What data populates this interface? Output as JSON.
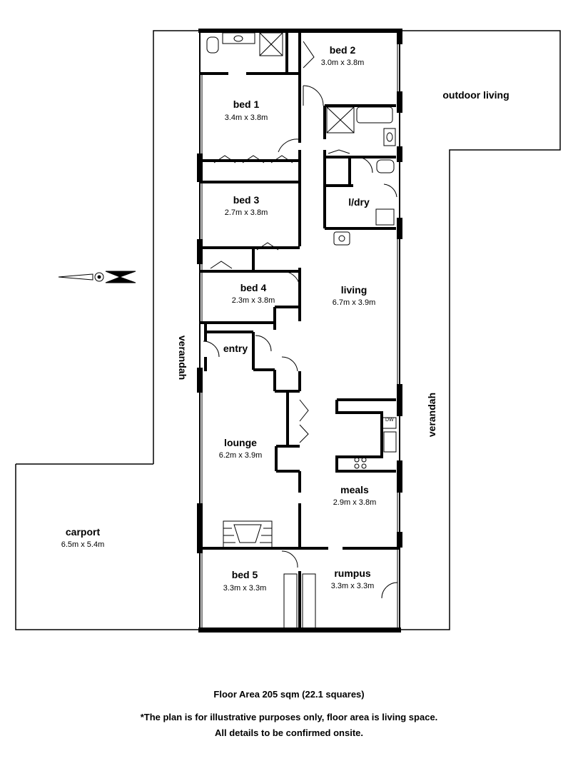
{
  "rooms": {
    "bed2": {
      "name": "bed 2",
      "dims": "3.0m x 3.8m"
    },
    "bed1": {
      "name": "bed 1",
      "dims": "3.4m x 3.8m"
    },
    "bed3": {
      "name": "bed 3",
      "dims": "2.7m x 3.8m"
    },
    "bed4": {
      "name": "bed 4",
      "dims": "2.3m x 3.8m"
    },
    "living": {
      "name": "living",
      "dims": "6.7m x 3.9m"
    },
    "lounge": {
      "name": "lounge",
      "dims": "6.2m x 3.9m"
    },
    "meals": {
      "name": "meals",
      "dims": "2.9m x 3.8m"
    },
    "bed5": {
      "name": "bed 5",
      "dims": "3.3m x 3.3m"
    },
    "rumpus": {
      "name": "rumpus",
      "dims": "3.3m x 3.3m"
    },
    "carport": {
      "name": "carport",
      "dims": "6.5m x 5.4m"
    },
    "laundry": {
      "name": "l/dry"
    },
    "entry": {
      "name": "entry"
    },
    "outdoor": {
      "name": "outdoor living"
    }
  },
  "labels": {
    "verandah_west": "verandah",
    "verandah_east": "verandah",
    "dishwasher": "DW"
  },
  "footer": {
    "area": "Floor Area 205 sqm (22.1 squares)",
    "note1": "*The plan is for illustrative purposes only, floor area is living space.",
    "note2": "All details to be confirmed onsite."
  }
}
